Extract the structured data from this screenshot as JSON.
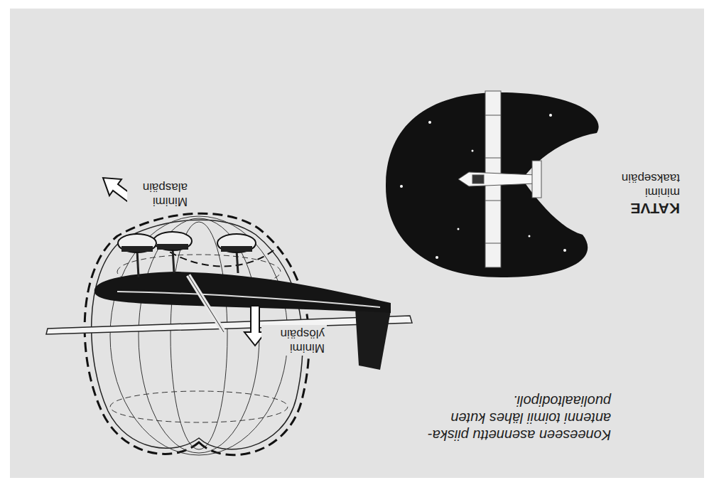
{
  "diagram": {
    "labels": [
      "Koneeseen asennettu piiska-antenni toimii lähes kuten puoliaaltodipoli.",
      "Minimi ylöspäin",
      "Minimi alaspäin",
      "KATVE",
      "minimi taaksepäin"
    ]
  }
}
